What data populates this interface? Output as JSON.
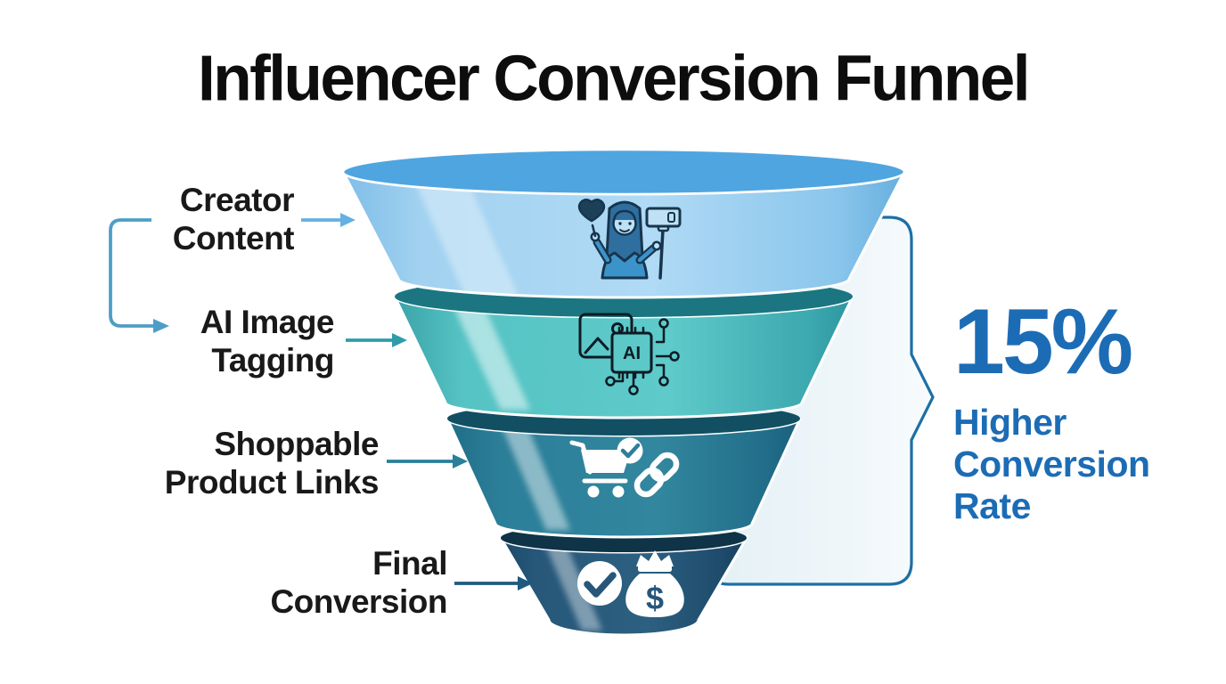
{
  "title": "Influencer Conversion Funnel",
  "funnel": {
    "stages": [
      {
        "label_line1": "Creator",
        "label_line2": "Content",
        "icon": "creator-selfie-icon",
        "body_color": "#a9d6f2",
        "rim_color": "#4fa5e0",
        "arrow_color": "#64b1e2"
      },
      {
        "label_line1": "AI Image",
        "label_line2": "Tagging",
        "icon": "ai-image-tagging-icon",
        "body_color": "#56c2c3",
        "rim_color": "#1b7681",
        "arrow_color": "#2f9da9"
      },
      {
        "label_line1": "Shoppable",
        "label_line2": "Product Links",
        "icon": "shoppable-cart-link-icon",
        "body_color": "#2c7f99",
        "rim_color": "#124f63",
        "arrow_color": "#2a7f9a"
      },
      {
        "label_line1": "Final",
        "label_line2": "Conversion",
        "icon": "final-conversion-money-icon",
        "body_color": "#27587a",
        "rim_color": "#0f3347",
        "arrow_color": "#1e5a80"
      }
    ],
    "connector": "creator-to-ai-connector-arrow"
  },
  "callout": {
    "value": "15%",
    "lines": [
      "Higher",
      "Conversion",
      "Rate"
    ],
    "text_color": "#1c6cb5",
    "border_color": "#1d6fa5",
    "fill_color": "#e9f3f8"
  },
  "icon_labels": {
    "ai_chip": "AI",
    "money_symbol": "$"
  }
}
